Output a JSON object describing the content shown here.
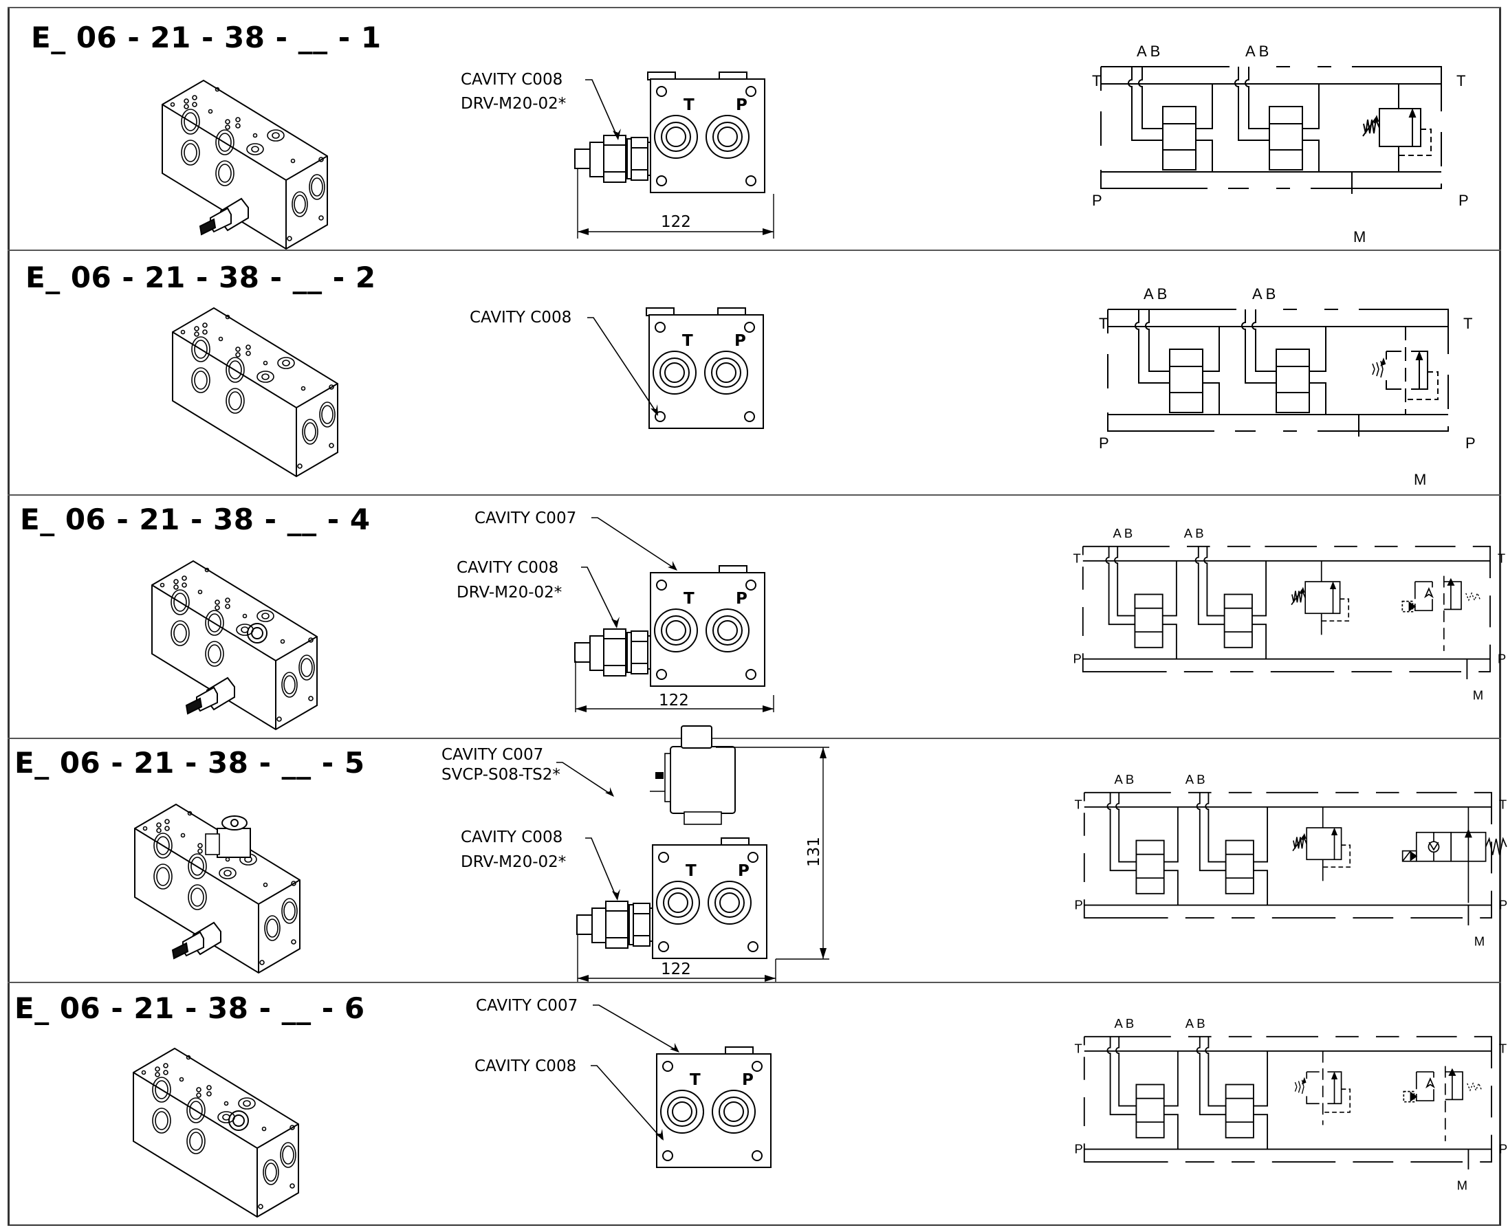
{
  "rows": [
    {
      "code": "E_ 06 - 21 - 38 - __ - 1",
      "callouts": [
        {
          "line1": "CAVITY C008",
          "line2": "DRV-M20-02*"
        }
      ],
      "dimension_width": "122",
      "schematic": {
        "ports": {
          "tl": "T",
          "bl": "P",
          "tr": "T",
          "br": "P",
          "m": "M",
          "ab1": "A B",
          "ab2": "A B"
        },
        "variant": "relief"
      }
    },
    {
      "code": "E_ 06 - 21 - 38 - __ - 2",
      "callouts": [
        {
          "line1": "CAVITY C008",
          "line2": ""
        }
      ],
      "dimension_width": "",
      "schematic": {
        "ports": {
          "tl": "T",
          "bl": "P",
          "tr": "T",
          "br": "P",
          "m": "M",
          "ab1": "A B",
          "ab2": "A B"
        },
        "variant": "relief-optional"
      }
    },
    {
      "code": "E_ 06 - 21 - 38 - __ - 4",
      "callouts": [
        {
          "line1": "CAVITY C007",
          "line2": ""
        },
        {
          "line1": "CAVITY C008",
          "line2": "DRV-M20-02*"
        }
      ],
      "dimension_width": "122",
      "schematic": {
        "ports": {
          "tl": "T",
          "bl": "P",
          "tr": "T",
          "br": "P",
          "m": "M",
          "ab1": "A B",
          "ab2": "A B"
        },
        "variant": "relief-plus-optional-solenoid"
      }
    },
    {
      "code": "E_ 06 - 21 - 38 - __ - 5",
      "callouts": [
        {
          "line1": "CAVITY C007",
          "line2": "SVCP-S08-TS2*"
        },
        {
          "line1": "CAVITY C008",
          "line2": "DRV-M20-02*"
        }
      ],
      "dimension_width": "122",
      "dimension_height": "131",
      "schematic": {
        "ports": {
          "tl": "T",
          "bl": "P",
          "tr": "T",
          "br": "P",
          "m": "M",
          "ab1": "A B",
          "ab2": "A B"
        },
        "variant": "relief-plus-solenoid"
      }
    },
    {
      "code": "E_ 06 - 21 - 38 - __ - 6",
      "callouts": [
        {
          "line1": "CAVITY C007",
          "line2": ""
        },
        {
          "line1": "CAVITY C008",
          "line2": ""
        }
      ],
      "dimension_width": "",
      "schematic": {
        "ports": {
          "tl": "T",
          "bl": "P",
          "tr": "T",
          "br": "P",
          "m": "M",
          "ab1": "A B",
          "ab2": "A B"
        },
        "variant": "optional-relief-plus-optional-solenoid"
      }
    }
  ],
  "front_view": {
    "port_t": "T",
    "port_p": "P"
  }
}
